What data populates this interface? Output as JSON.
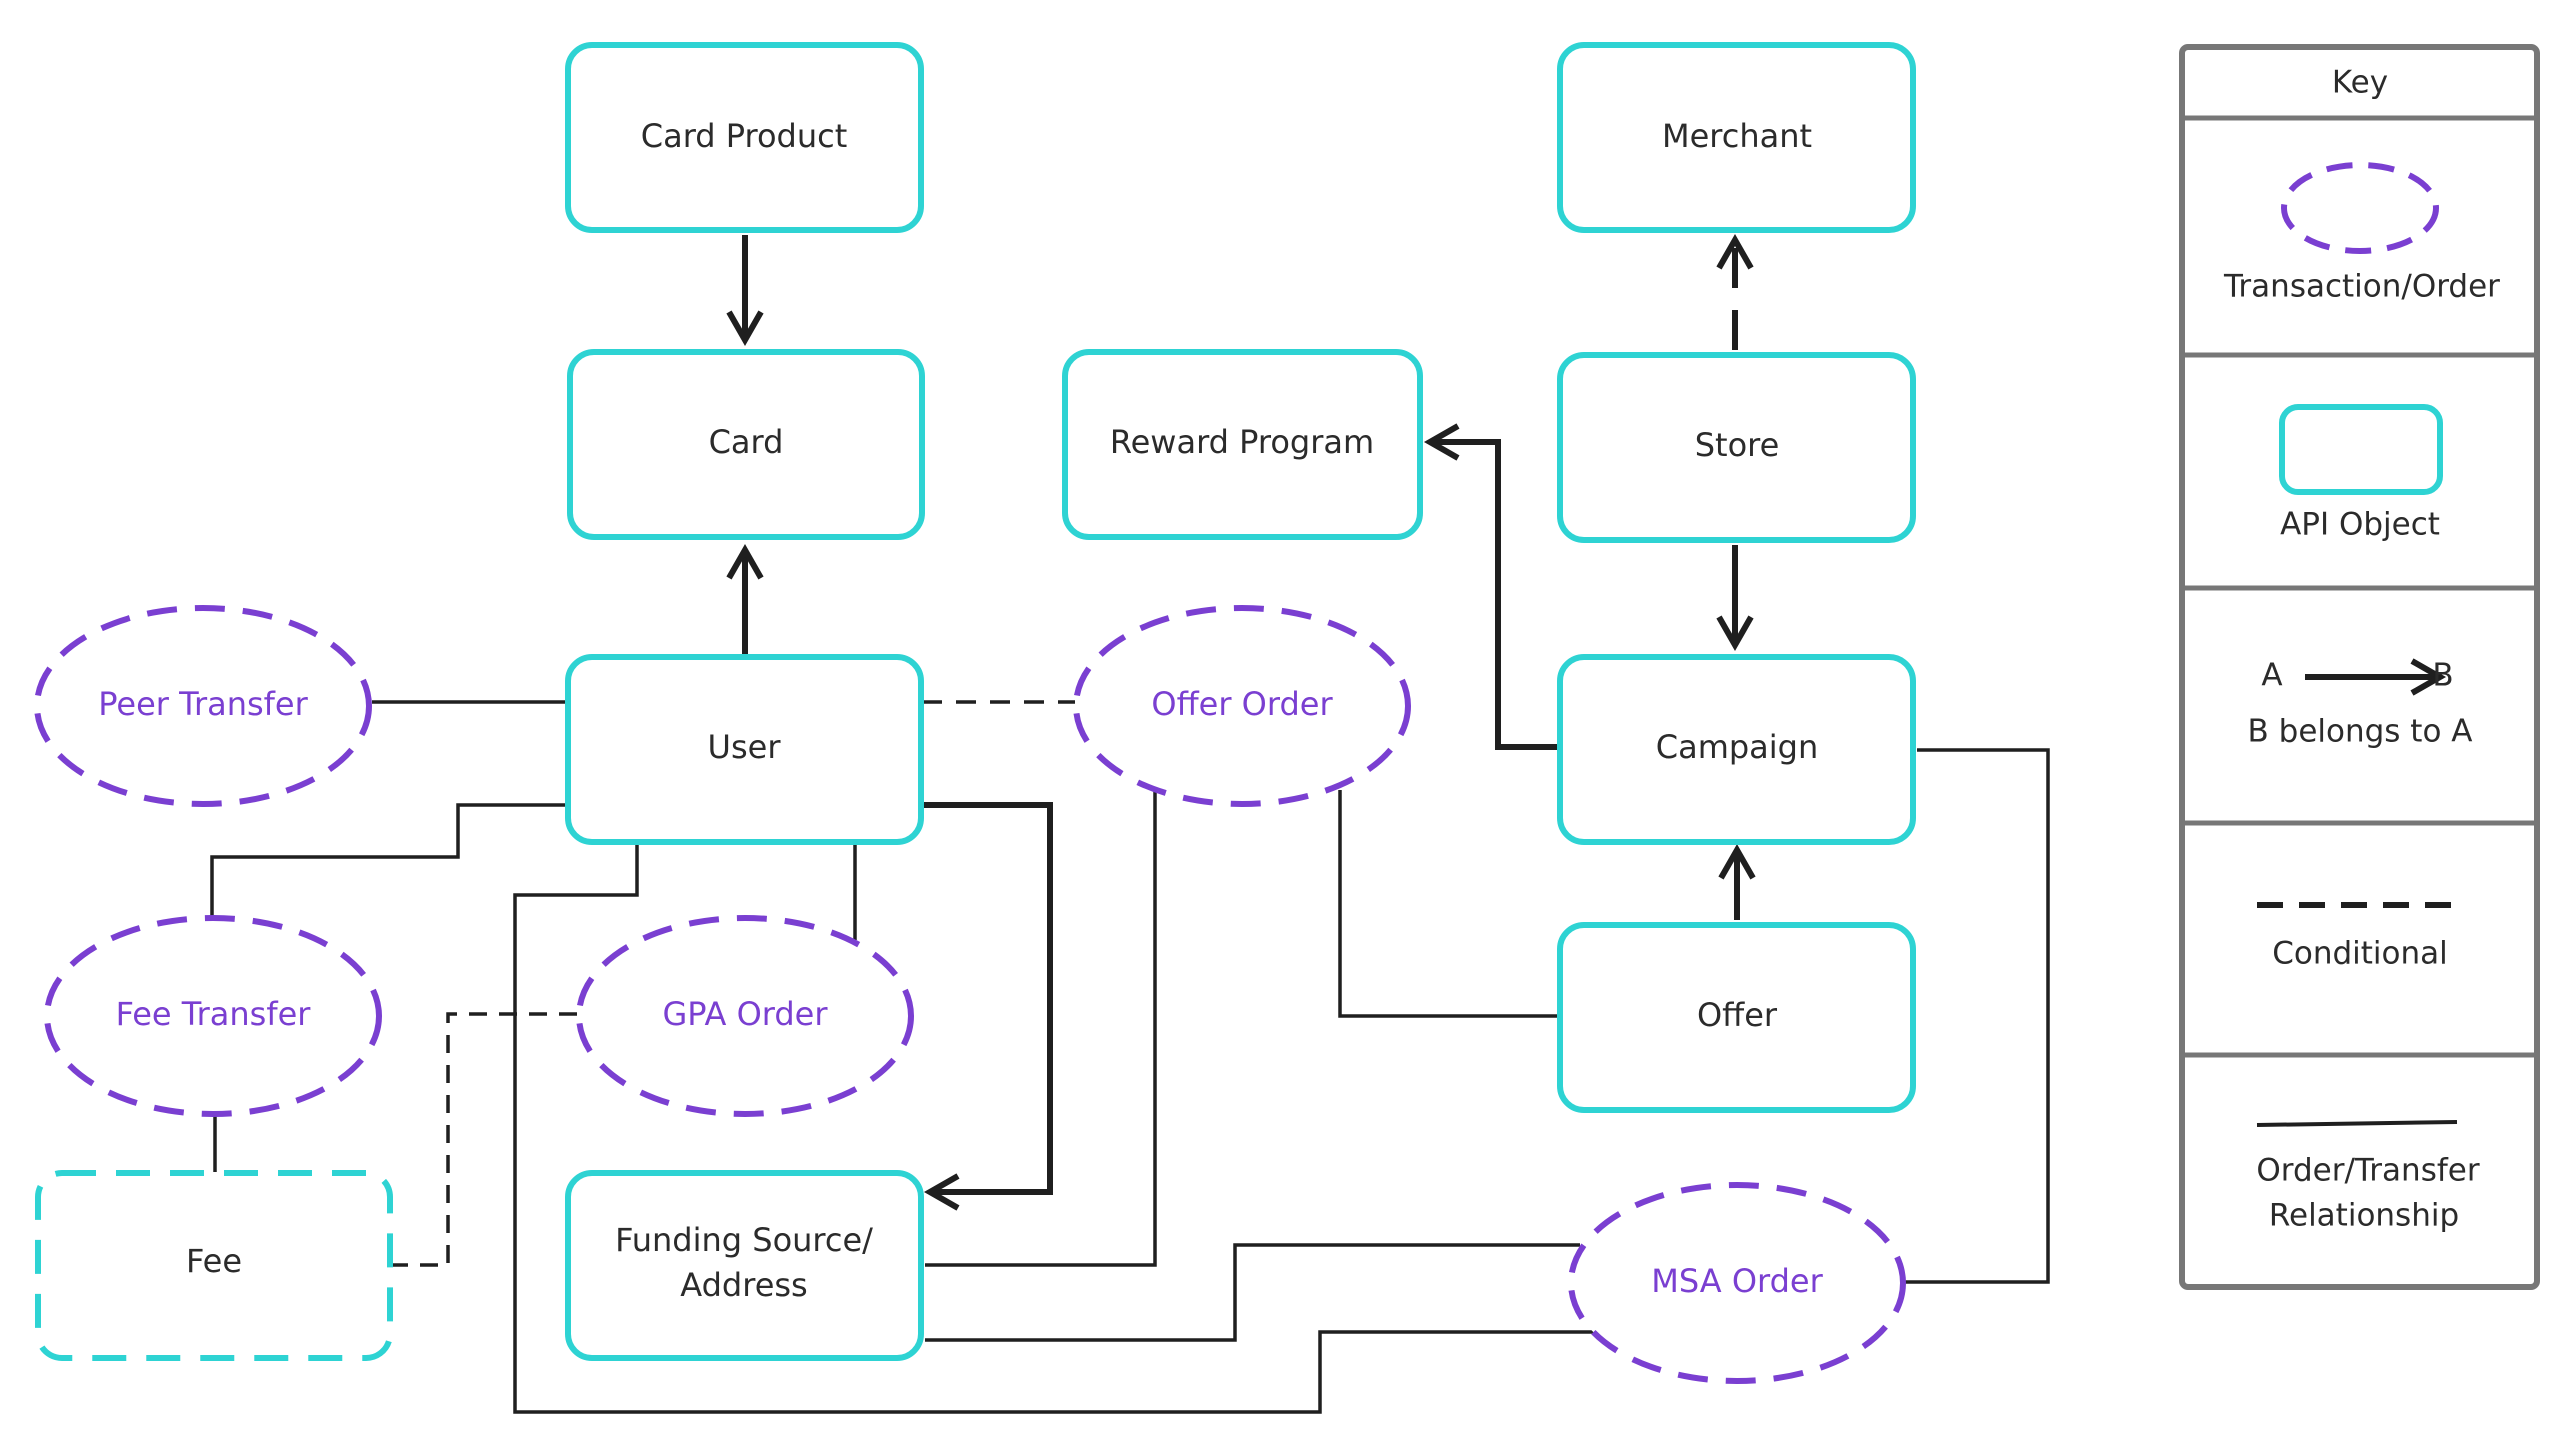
{
  "diagram": {
    "objects": {
      "card_product": "Card Product",
      "card": "Card",
      "reward_program": "Reward Program",
      "merchant": "Merchant",
      "store": "Store",
      "user": "User",
      "campaign": "Campaign",
      "offer": "Offer",
      "funding_source_line1": "Funding Source/",
      "funding_source_line2": "Address",
      "fee": "Fee"
    },
    "orders": {
      "peer_transfer": "Peer Transfer",
      "offer_order": "Offer Order",
      "fee_transfer": "Fee Transfer",
      "gpa_order": "GPA Order",
      "msa_order": "MSA Order"
    }
  },
  "key": {
    "title": "Key",
    "transaction_order": "Transaction/Order",
    "api_object": "API Object",
    "arrow_a": "A",
    "arrow_b": "B",
    "belongs_to": "B belongs to A",
    "conditional": "Conditional",
    "relationship_line1": "Order/Transfer",
    "relationship_line2": "Relationship"
  },
  "colors": {
    "object_border": "#2ed3d3",
    "order_border": "#7a3fd1",
    "order_text": "#7a3fd1",
    "line": "#1f1f1f",
    "key_border": "#777777"
  }
}
